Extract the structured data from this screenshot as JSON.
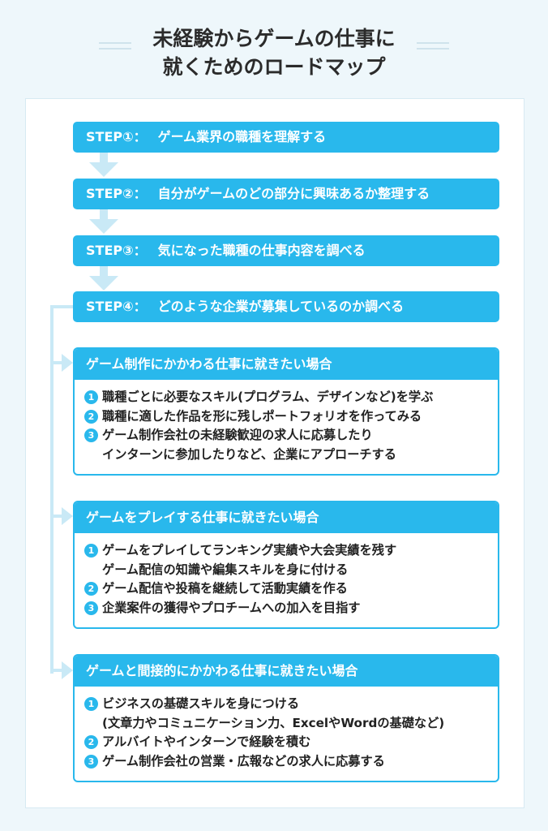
{
  "title": {
    "line1": "未経験からゲームの仕事に",
    "line2": "就くためのロードマップ"
  },
  "steps": [
    {
      "label": "STEP①：",
      "text": "ゲーム業界の職種を理解する"
    },
    {
      "label": "STEP②：",
      "text": "自分がゲームのどの部分に興味あるか整理する"
    },
    {
      "label": "STEP③：",
      "text": "気になった職種の仕事内容を調べる"
    },
    {
      "label": "STEP④：",
      "text": "どのような企業が募集しているのか調べる"
    }
  ],
  "cards": [
    {
      "heading": "ゲーム制作にかかわる仕事に就きたい場合",
      "items": [
        {
          "num": "1",
          "text": "職種ごとに必要なスキル(プログラム、デザインなど)を学ぶ",
          "cont": ""
        },
        {
          "num": "2",
          "text": "職種に適した作品を形に残しポートフォリオを作ってみる",
          "cont": ""
        },
        {
          "num": "3",
          "text": "ゲーム制作会社の未経験歓迎の求人に応募したり",
          "cont": "インターンに参加したりなど、企業にアプローチする"
        }
      ]
    },
    {
      "heading": "ゲームをプレイする仕事に就きたい場合",
      "items": [
        {
          "num": "1",
          "text": "ゲームをプレイしてランキング実績や大会実績を残す",
          "cont": "ゲーム配信の知識や編集スキルを身に付ける"
        },
        {
          "num": "2",
          "text": "ゲーム配信や投稿を継続して活動実績を作る",
          "cont": ""
        },
        {
          "num": "3",
          "text": "企業案件の獲得やプロチームへの加入を目指す",
          "cont": ""
        }
      ]
    },
    {
      "heading": "ゲームと間接的にかかわる仕事に就きたい場合",
      "items": [
        {
          "num": "1",
          "text": "ビジネスの基礎スキルを身につける",
          "cont": "(文章力やコミュニケーション力、ExcelやWordの基礎など)"
        },
        {
          "num": "2",
          "text": "アルバイトやインターンで経験を積む",
          "cont": ""
        },
        {
          "num": "3",
          "text": "ゲーム制作会社の営業・広報などの求人に応募する",
          "cont": ""
        }
      ]
    }
  ],
  "colors": {
    "accent": "#29b8ec",
    "connector": "#c9e9f6",
    "background": "#eef7fb"
  }
}
